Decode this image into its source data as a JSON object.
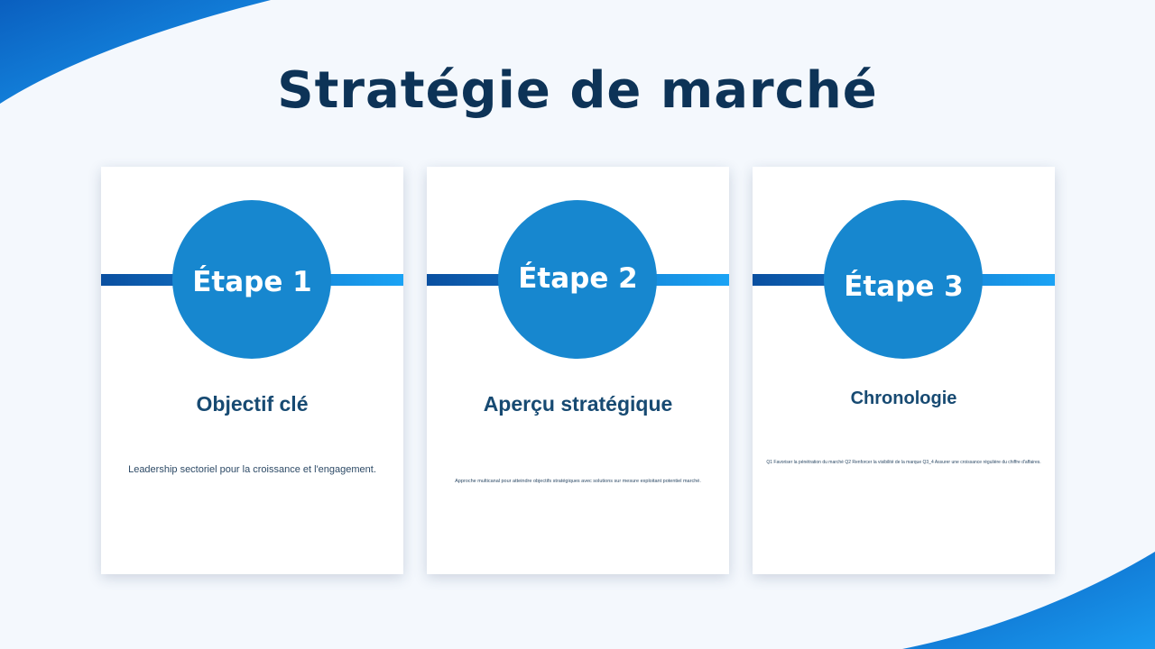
{
  "title": "Stratégie de marché",
  "colors": {
    "accent": "#1787cf",
    "title": "#0d3357",
    "bar_start": "#0a4fa0",
    "bar_end": "#1aa3f5"
  },
  "cards": [
    {
      "step": "Étape 1",
      "heading": "Objectif clé",
      "text": "Leadership sectoriel pour la croissance et l'engagement."
    },
    {
      "step": "Étape 2",
      "heading": "Aperçu stratégique",
      "text": "Approche multicanal pour atteindre objectifs stratégiques avec solutions sur mesure exploitant potentiel marché."
    },
    {
      "step": "Étape 3",
      "heading": "Chronologie",
      "text": "Q1 Favoriser la pénétration du marché Q2 Renforcer la visibilité de la marque Q3_4 Assurer une croissance régulière du chiffre d'affaires."
    }
  ]
}
